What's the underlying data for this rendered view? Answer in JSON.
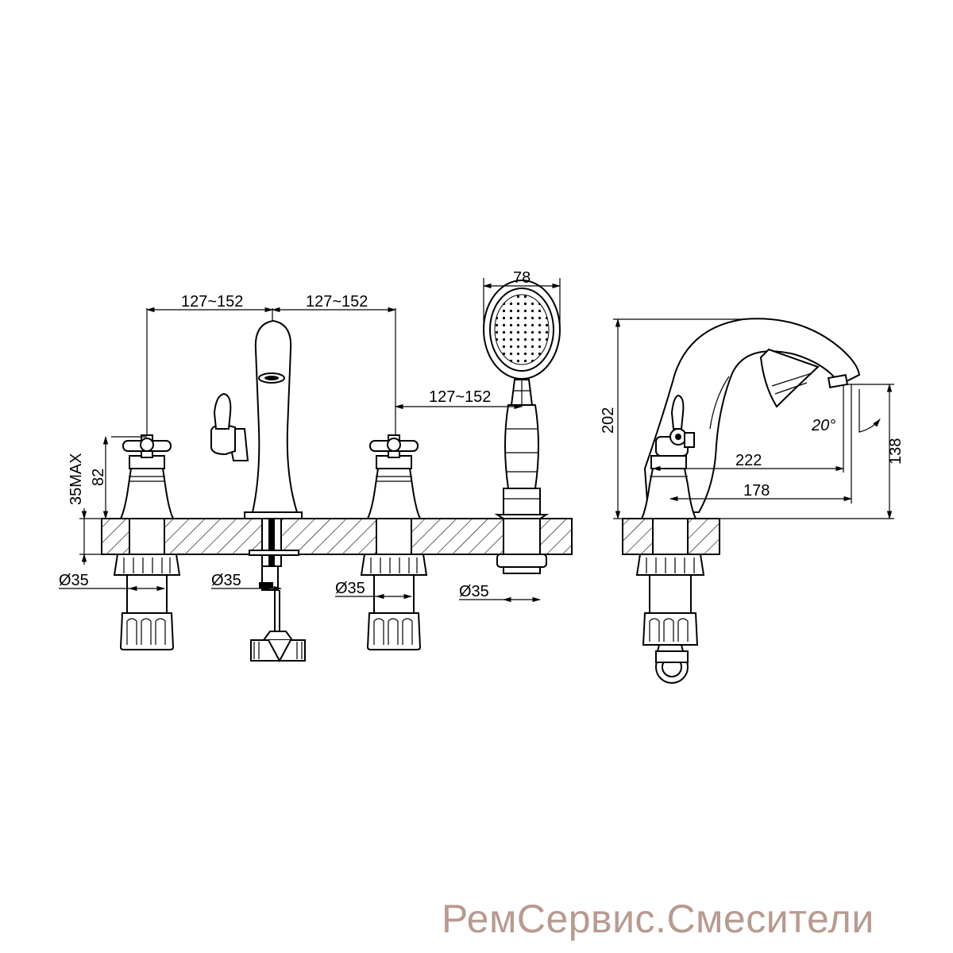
{
  "dimensions": {
    "spacing_left": "127~152",
    "spacing_right": "127~152",
    "spacing_shower": "127~152",
    "shower_head_width": "78",
    "mount_height_max": "35MAX",
    "handle_height": "82",
    "dia_1": "Ø35",
    "dia_2": "Ø35",
    "dia_3": "Ø35",
    "dia_4": "Ø35",
    "side_height": "202",
    "spout_reach": "222",
    "spout_base": "178",
    "spout_height": "138",
    "spout_angle": "20°"
  },
  "watermark": {
    "text": "РемСервис.Смесители",
    "color": "#b89a90"
  },
  "colors": {
    "line": "#000000",
    "background": "#ffffff"
  }
}
